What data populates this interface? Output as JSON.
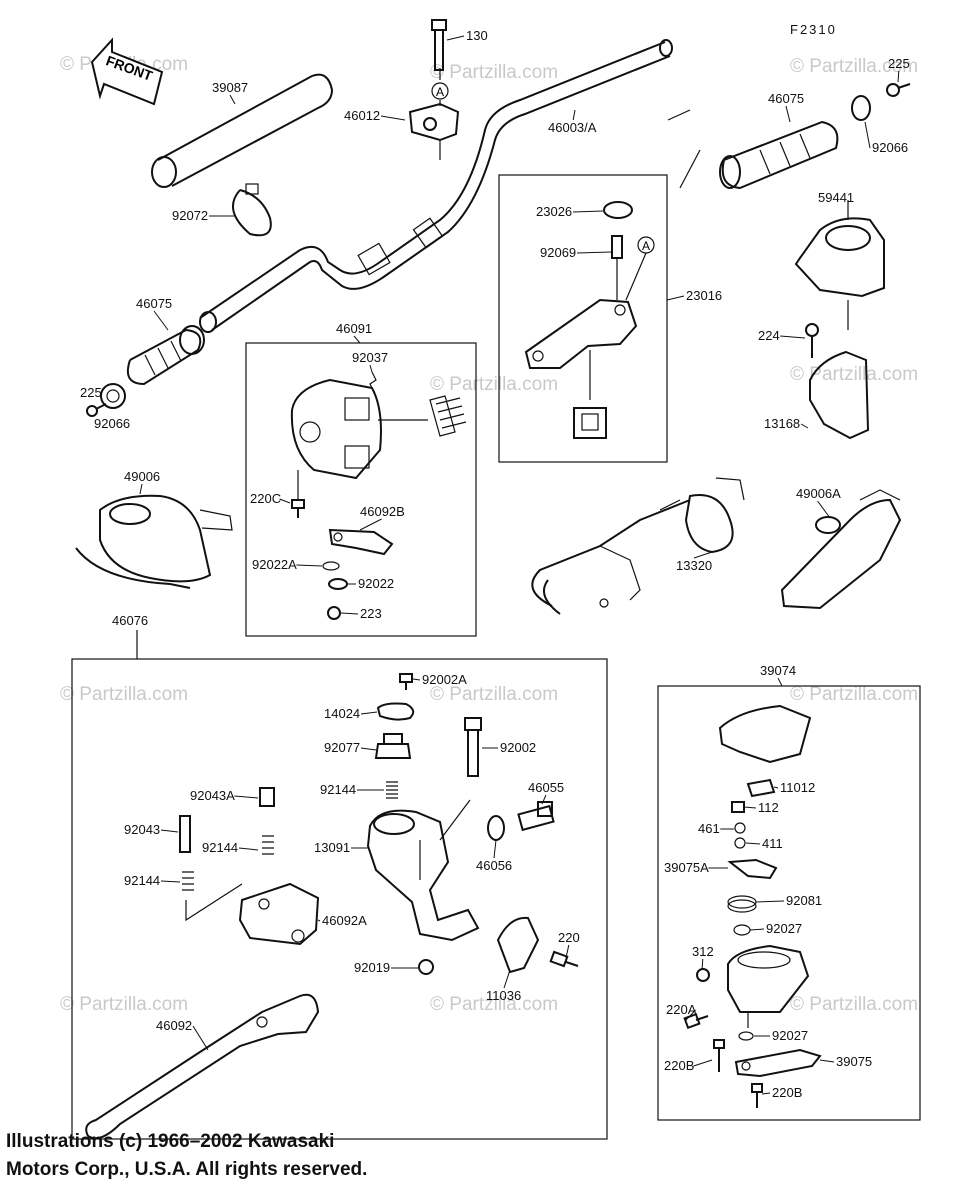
{
  "figure_code": "F2310",
  "front_label": "FRONT",
  "watermarks": [
    "© Partzilla.com"
  ],
  "copyright": {
    "line1": "Illustrations (c) 1966–2002 Kawasaki",
    "line2": "Motors Corp., U.S.A.  All rights reserved."
  },
  "callouts": [
    {
      "id": "130",
      "text": "130"
    },
    {
      "id": "46012",
      "text": "46012"
    },
    {
      "id": "46003a",
      "text": "46003/A"
    },
    {
      "id": "39087",
      "text": "39087"
    },
    {
      "id": "92072",
      "text": "92072"
    },
    {
      "id": "46075l",
      "text": "46075"
    },
    {
      "id": "225l",
      "text": "225"
    },
    {
      "id": "92066l",
      "text": "92066"
    },
    {
      "id": "46091",
      "text": "46091"
    },
    {
      "id": "92037",
      "text": "92037"
    },
    {
      "id": "220c",
      "text": "220C"
    },
    {
      "id": "46092b",
      "text": "46092B"
    },
    {
      "id": "92022a",
      "text": "92022A"
    },
    {
      "id": "92022",
      "text": "92022"
    },
    {
      "id": "223",
      "text": "223"
    },
    {
      "id": "49006",
      "text": "49006"
    },
    {
      "id": "23026",
      "text": "23026"
    },
    {
      "id": "92069",
      "text": "92069"
    },
    {
      "id": "23016",
      "text": "23016"
    },
    {
      "id": "46075r",
      "text": "46075"
    },
    {
      "id": "225r",
      "text": "225"
    },
    {
      "id": "92066r",
      "text": "92066"
    },
    {
      "id": "59441",
      "text": "59441"
    },
    {
      "id": "224",
      "text": "224"
    },
    {
      "id": "13168",
      "text": "13168"
    },
    {
      "id": "13320",
      "text": "13320"
    },
    {
      "id": "49006a",
      "text": "49006A"
    },
    {
      "id": "46076",
      "text": "46076"
    },
    {
      "id": "92002a",
      "text": "92002A"
    },
    {
      "id": "14024",
      "text": "14024"
    },
    {
      "id": "92077",
      "text": "92077"
    },
    {
      "id": "92002",
      "text": "92002"
    },
    {
      "id": "92144a",
      "text": "92144"
    },
    {
      "id": "46055",
      "text": "46055"
    },
    {
      "id": "92043a",
      "text": "92043A"
    },
    {
      "id": "92043",
      "text": "92043"
    },
    {
      "id": "92144b",
      "text": "92144"
    },
    {
      "id": "13091",
      "text": "13091"
    },
    {
      "id": "46056",
      "text": "46056"
    },
    {
      "id": "92144c",
      "text": "92144"
    },
    {
      "id": "46092a",
      "text": "46092A"
    },
    {
      "id": "220",
      "text": "220"
    },
    {
      "id": "92019",
      "text": "92019"
    },
    {
      "id": "11036",
      "text": "11036"
    },
    {
      "id": "46092",
      "text": "46092"
    },
    {
      "id": "39074",
      "text": "39074"
    },
    {
      "id": "11012",
      "text": "11012"
    },
    {
      "id": "112",
      "text": "112"
    },
    {
      "id": "461",
      "text": "461"
    },
    {
      "id": "411",
      "text": "411"
    },
    {
      "id": "39075a",
      "text": "39075A"
    },
    {
      "id": "92081",
      "text": "92081"
    },
    {
      "id": "92027a",
      "text": "92027"
    },
    {
      "id": "312",
      "text": "312"
    },
    {
      "id": "220a",
      "text": "220A"
    },
    {
      "id": "92027b",
      "text": "92027"
    },
    {
      "id": "220b1",
      "text": "220B"
    },
    {
      "id": "39075",
      "text": "39075"
    },
    {
      "id": "220b2",
      "text": "220B"
    }
  ],
  "reference_markers": [
    "A",
    "A"
  ]
}
